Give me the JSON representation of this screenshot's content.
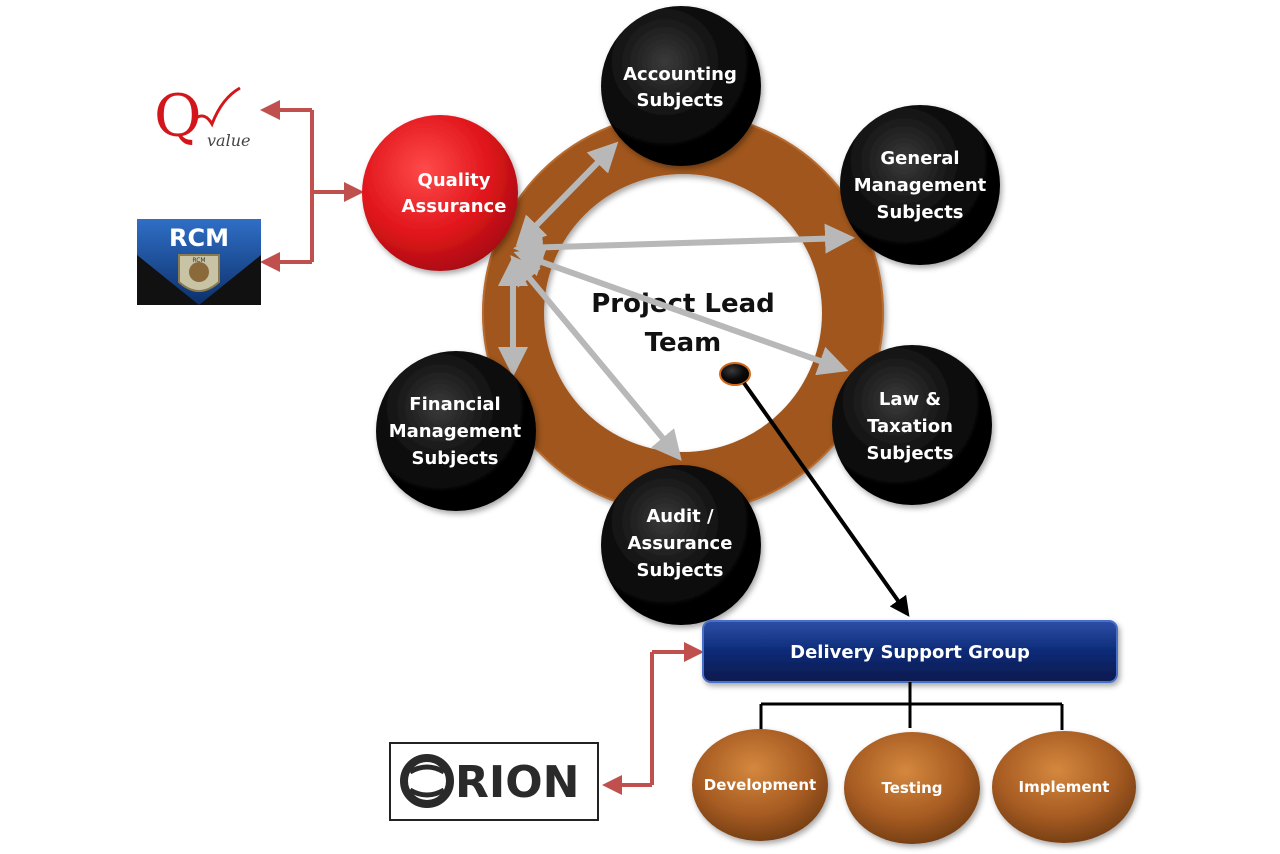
{
  "center": {
    "line1": "Project  Lead",
    "line2": "Team"
  },
  "quality_assurance": {
    "line1": "Quality",
    "line2": "Assurance"
  },
  "subjects": {
    "accounting": [
      "Accounting",
      "Subjects"
    ],
    "general_management": [
      "General",
      "Management",
      "Subjects"
    ],
    "law_taxation": [
      "Law &",
      "Taxation",
      "Subjects"
    ],
    "audit_assurance": [
      "Audit /",
      "Assurance",
      "Subjects"
    ],
    "financial_management": [
      "Financial",
      "Management",
      "Subjects"
    ]
  },
  "delivery": {
    "title": "Delivery Support Group",
    "children": [
      "Development",
      "Testing",
      "Implement"
    ]
  },
  "logos": {
    "qvalue_q": "Q",
    "qvalue_text": "value",
    "rcm": "RCM",
    "rcm_badge": "RCM",
    "orion": "RION"
  },
  "colors": {
    "ring": "#a0561f",
    "node_black": "#0b0b0b",
    "qa_red": "#e0151b",
    "delivery_blue": "#0c2a77",
    "child_orange": "#a65b22",
    "arrow_gray": "#b8b8b8",
    "arrow_red": "#c0504d"
  }
}
